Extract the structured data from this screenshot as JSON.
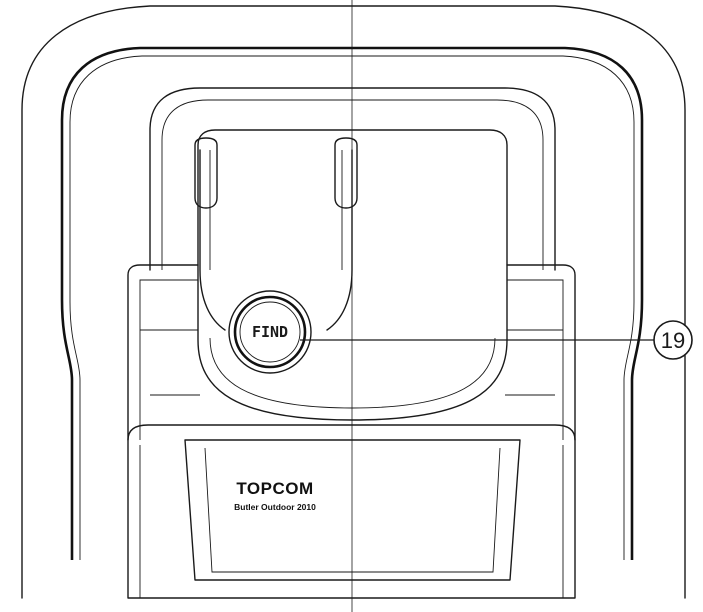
{
  "device": {
    "button_label": "FIND",
    "brand": "TOPCOM",
    "model": "Butler Outdoor  2010"
  },
  "callouts": [
    {
      "number": "19"
    }
  ]
}
